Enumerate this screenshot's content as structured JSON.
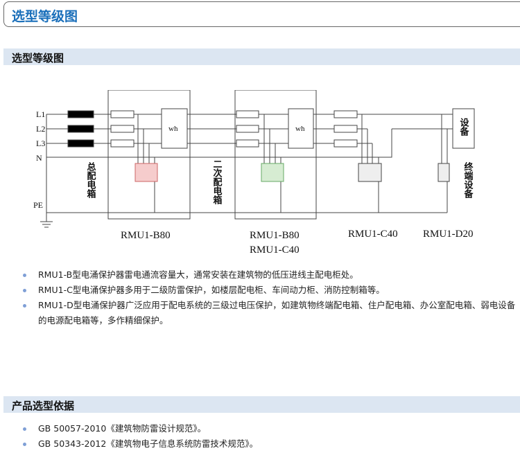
{
  "header": {
    "title": "选型等级图"
  },
  "section1": {
    "title": "选型等级图"
  },
  "diagram": {
    "lines": [
      "L1",
      "L2",
      "L3",
      "N",
      "PE"
    ],
    "meter": "wh",
    "box_labels": {
      "main": "总配电箱",
      "secondary": "二次配电箱",
      "terminal": "终端设备",
      "device": "设备"
    },
    "models": {
      "main": "RMU1-B80",
      "secondary_1": "RMU1-B80",
      "secondary_2": "RMU1-C40",
      "third": "RMU1-C40",
      "terminal": "RMU1-D20"
    }
  },
  "notes": [
    "RMU1-B型电涌保护器雷电通流容量大，通常安装在建筑物的低压进线主配电柜处。",
    "RMU1-C型电涌保护器多用于二级防雷保护，如楼层配电柜、车间动力柜、消防控制箱等。",
    "RMU1-D型电涌保护器广泛应用于配电系统的三级过电压保护，如建筑物终端配电箱、住户配电箱、办公室配电箱、弱电设备的电源配电箱等，多作精细保护。"
  ],
  "section2": {
    "title": "产品选型依据"
  },
  "references": [
    "GB 50057-2010《建筑物防雷设计规范》。",
    "GB 50343-2012《建筑物电子信息系统防雷技术规范》。"
  ]
}
